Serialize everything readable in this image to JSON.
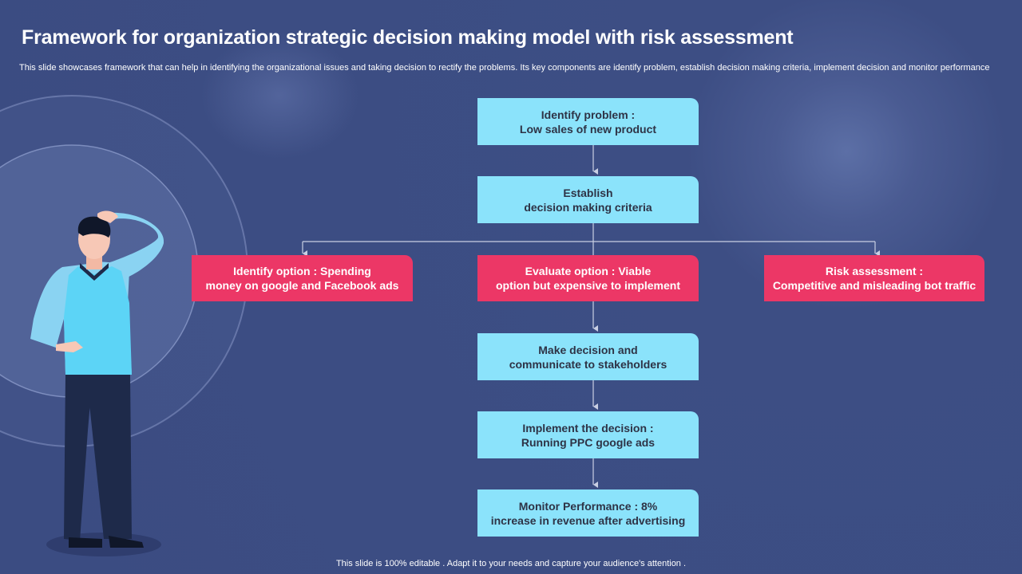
{
  "slide": {
    "title": "Framework for organization strategic decision making model with risk assessment",
    "subtitle": "This slide showcases framework that can help in identifying the organizational issues and taking decision to rectify the problems. Its key components are identify problem, establish decision making criteria, implement decision and monitor performance",
    "footer": "This slide is 100% editable . Adapt it to your needs and capture your audience's attention ."
  },
  "flow": {
    "identify_problem": "Identify problem :\nLow sales of new product",
    "establish_criteria": "Establish\ndecision making  criteria",
    "identify_option": "Identify option :  Spending\nmoney on google and Facebook ads",
    "evaluate_option": "Evaluate option : Viable\noption but expensive to implement",
    "risk_assessment": "Risk assessment :\nCompetitive and misleading bot traffic",
    "make_decision": "Make decision and\ncommunicate to stakeholders",
    "implement_decision": "Implement the decision :\nRunning PPC google ads",
    "monitor_performance": "Monitor Performance : 8%\nincrease in revenue after advertising"
  },
  "colors": {
    "background": "#3b4c82",
    "step_box": "#8be3fb",
    "option_box": "#ec3766",
    "connector": "#c9cfe3"
  },
  "icons": {
    "person": "thinking-man-illustration",
    "decor": "concentric-circles"
  }
}
